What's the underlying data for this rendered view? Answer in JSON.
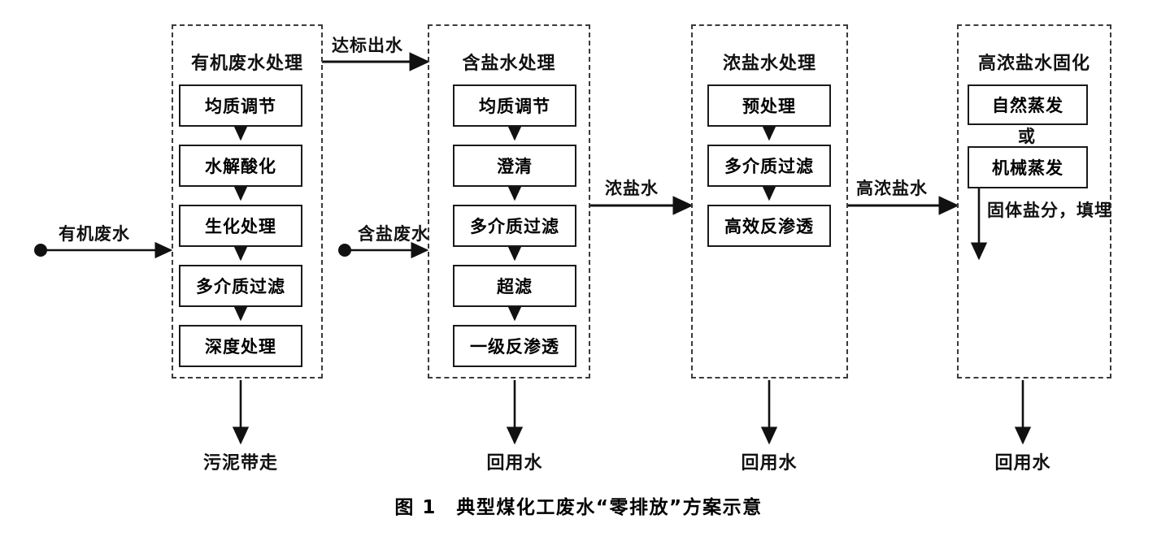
{
  "figure": {
    "caption": "图 1　典型煤化工废水“零排放”方案示意"
  },
  "groups": [
    {
      "id": "organic-wastewater-treatment",
      "title": "有机废水处理",
      "steps": [
        {
          "label": "均质调节"
        },
        {
          "label": "水解酸化"
        },
        {
          "label": "生化处理"
        },
        {
          "label": "多介质过滤"
        },
        {
          "label": "深度处理"
        }
      ],
      "output_label": "污泥带走"
    },
    {
      "id": "saline-water-treatment",
      "title": "含盐水处理",
      "steps": [
        {
          "label": "均质调节"
        },
        {
          "label": "澄清"
        },
        {
          "label": "多介质过滤"
        },
        {
          "label": "超滤"
        },
        {
          "label": "一级反渗透"
        }
      ],
      "output_label": "回用水"
    },
    {
      "id": "concentrated-brine-treatment",
      "title": "浓盐水处理",
      "steps": [
        {
          "label": "预处理"
        },
        {
          "label": "多介质过滤"
        },
        {
          "label": "高效反渗透"
        }
      ],
      "output_label": "回用水"
    },
    {
      "id": "high-concentration-brine-solidification",
      "title": "高浓盐水固化",
      "steps": [
        {
          "label": "自然蒸发"
        },
        {
          "label": "机械蒸发"
        }
      ],
      "or_label": "或",
      "solid_salt_label": "固体盐分，填埋",
      "output_label": "回用水"
    }
  ],
  "inputs": [
    {
      "label": "有机废水"
    },
    {
      "label": "含盐废水"
    }
  ],
  "connectors": [
    {
      "label": "达标出水"
    },
    {
      "label": "浓盐水"
    },
    {
      "label": "高浓盐水"
    }
  ],
  "colors": {
    "line": "#1a1a1a",
    "dashed": "#3b3b3b",
    "background": "#ffffff"
  }
}
